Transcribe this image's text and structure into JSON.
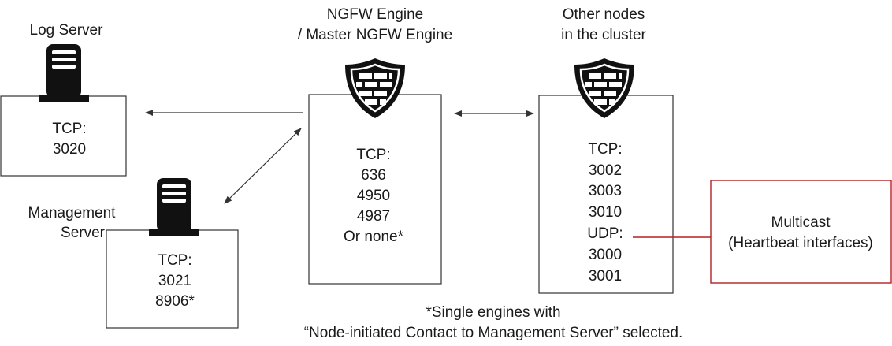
{
  "log_server": {
    "title": "Log Server",
    "protocol": "TCP:",
    "ports": [
      "3020"
    ]
  },
  "management_server": {
    "title_lines": [
      "Management",
      "Server"
    ],
    "protocol": "TCP:",
    "ports": [
      "3021",
      "8906*"
    ]
  },
  "ngfw_engine": {
    "title_lines": [
      "NGFW Engine",
      "/ Master NGFW Engine"
    ],
    "protocol": "TCP:",
    "ports": [
      "636",
      "4950",
      "4987",
      "Or none*"
    ]
  },
  "cluster_nodes": {
    "title_lines": [
      "Other nodes",
      "in the cluster"
    ],
    "tcp_label": "TCP:",
    "tcp_ports": [
      "3002",
      "3003",
      "3010"
    ],
    "udp_label": "UDP:",
    "udp_ports": [
      "3000",
      "3001"
    ]
  },
  "multicast": {
    "lines": [
      "Multicast",
      "(Heartbeat interfaces)"
    ],
    "border_color": "#b22222"
  },
  "footnote": {
    "lines": [
      "*Single engines with",
      "“Node-initiated Contact to Management Server” selected."
    ]
  },
  "icons": {
    "server": "server-icon",
    "firewall": "firewall-shield-icon"
  }
}
